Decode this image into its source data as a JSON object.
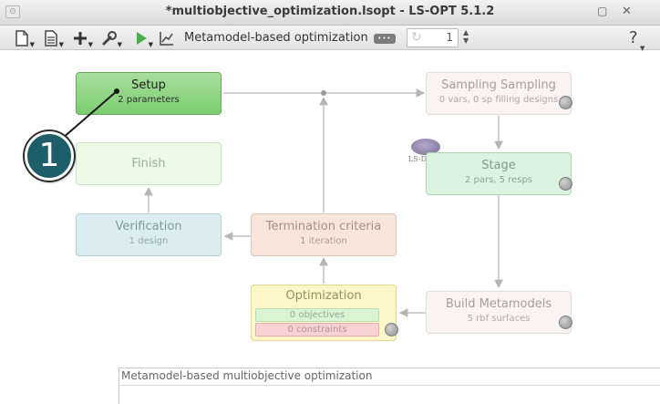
{
  "window": {
    "title": "*multiobjective_optimization.lsopt - LS-OPT 5.1.2",
    "minimize_glyph": "▢",
    "close_glyph": "✕"
  },
  "toolbar": {
    "mode_label": "Metamodel-based optimization",
    "dots_glyph": "•••",
    "iteration_value": "1",
    "icons": [
      "new-file-icon",
      "document-icon",
      "add-icon",
      "wrench-icon",
      "run-icon",
      "chart-icon",
      "loop-icon",
      "help-icon"
    ]
  },
  "nodes": {
    "setup": {
      "title": "Setup",
      "sub": "2 parameters"
    },
    "sampling": {
      "title": "Sampling Sampling",
      "sub": "0 vars, 0 sp filling designs"
    },
    "finish": {
      "title": "Finish"
    },
    "stage": {
      "title": "Stage",
      "sub": "2 pars, 5 resps"
    },
    "verification": {
      "title": "Verification",
      "sub": "1 design"
    },
    "termination": {
      "title": "Termination criteria",
      "sub": "1 iteration"
    },
    "optimization": {
      "title": "Optimization",
      "objectives": "0 objectives",
      "constraints": "0 constraints"
    },
    "build": {
      "title": "Build Metamodels",
      "sub": "5 rbf surfaces"
    }
  },
  "solver_badge": {
    "label": "LS-DYNA"
  },
  "callout": {
    "number": "1"
  },
  "status": {
    "text": "Metamodel-based multiobjective optimization"
  },
  "colors": {
    "setup": "#7ccd70",
    "stage": "#dcf4df",
    "optimization": "#fdf6c8",
    "callout": "#1e5e6a"
  }
}
